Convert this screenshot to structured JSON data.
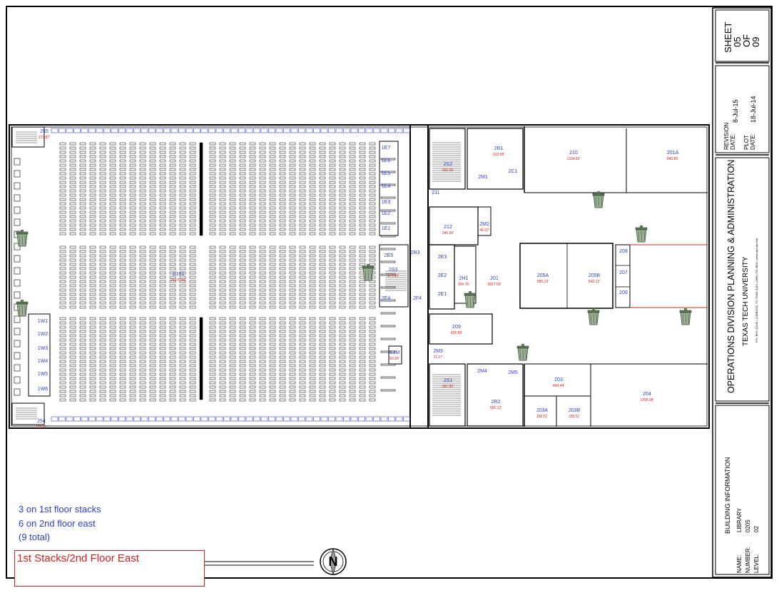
{
  "title_block": {
    "sheet": {
      "label": "SHEET",
      "number": "05",
      "of": "OF",
      "total": "09"
    },
    "revision_label": "REVISION DATE:",
    "revision_date": "8-Jul-15",
    "plot_label": "PLOT DATE:",
    "plot_date": "18-Jul-14",
    "org_name": "OPERATIONS DIVISION PLANNING & ADMINISTRATION",
    "university": "TEXAS TECH UNIVERSITY",
    "address": "P.O. BOX 43143 • LUBBOCK, TX 79409-3143 • (806) 742-3801 • www.opa.ttu.edu",
    "building_info_header": "BUILDING INFORMATION",
    "name_label": "NAME:",
    "name_value": "LIBRARY",
    "number_label": "NUMBER:",
    "number_value": "0205",
    "level_label": "LEVEL:",
    "level_value": "02"
  },
  "notes": [
    "3 on 1st floor stacks",
    "6 on 2nd floor east",
    "(9 total)"
  ],
  "plan_label": "1st Stacks/2nd Floor East",
  "north_arrow": "N",
  "rooms": [
    {
      "id": "S101",
      "area": "21270.55'"
    },
    {
      "id": "255",
      "area": "173.87'"
    },
    {
      "id": "254",
      "area": "173.87'"
    },
    {
      "id": "1E7",
      "area": ""
    },
    {
      "id": "1E6",
      "area": ""
    },
    {
      "id": "1E5",
      "area": ""
    },
    {
      "id": "1E4",
      "area": ""
    },
    {
      "id": "1E3",
      "area": ""
    },
    {
      "id": "1E2",
      "area": ""
    },
    {
      "id": "1E1",
      "area": ""
    },
    {
      "id": "1W1",
      "area": ""
    },
    {
      "id": "1W2",
      "area": ""
    },
    {
      "id": "1W3",
      "area": ""
    },
    {
      "id": "1W4",
      "area": ""
    },
    {
      "id": "1W5",
      "area": ""
    },
    {
      "id": "1W6",
      "area": ""
    },
    {
      "id": "2E5",
      "area": ""
    },
    {
      "id": "2E4",
      "area": ""
    },
    {
      "id": "2R3",
      "area": ""
    },
    {
      "id": "2F4",
      "area": ""
    },
    {
      "id": "2S3",
      "area": "177.91'"
    },
    {
      "id": "S1M",
      "area": "50.34'"
    },
    {
      "id": "2S2",
      "area": "391.05'"
    },
    {
      "id": "2S1",
      "area": "391.50'"
    },
    {
      "id": "2R1",
      "area": "312.58'"
    },
    {
      "id": "2R2",
      "area": "685.13'"
    },
    {
      "id": "2M1",
      "area": ""
    },
    {
      "id": "2C1",
      "area": ""
    },
    {
      "id": "211",
      "area": ""
    },
    {
      "id": "212",
      "area": "340.90'"
    },
    {
      "id": "2M2",
      "area": "46.22'"
    },
    {
      "id": "2E3",
      "area": ""
    },
    {
      "id": "2E2",
      "area": ""
    },
    {
      "id": "2E1",
      "area": ""
    },
    {
      "id": "2H1",
      "area": "304.76'"
    },
    {
      "id": "201",
      "area": "6827.50'"
    },
    {
      "id": "209",
      "area": "426.89'"
    },
    {
      "id": "2M3",
      "area": "71.17'"
    },
    {
      "id": "2M4",
      "area": ""
    },
    {
      "id": "2M5",
      "area": ""
    },
    {
      "id": "210",
      "area": "1334.83'"
    },
    {
      "id": "201A",
      "area": "849.85'"
    },
    {
      "id": "205A",
      "area": "585.13'"
    },
    {
      "id": "205B",
      "area": "542.12'"
    },
    {
      "id": "208",
      "area": ""
    },
    {
      "id": "207",
      "area": ""
    },
    {
      "id": "206",
      "area": ""
    },
    {
      "id": "203",
      "area": "449.44'"
    },
    {
      "id": "203A",
      "area": "158.51'"
    },
    {
      "id": "203B",
      "area": "158.51'"
    },
    {
      "id": "204",
      "area": "1395.08'"
    }
  ],
  "colors": {
    "room_label": "#2b3fd6",
    "area_label": "#e01b1b",
    "line": "#000000",
    "bin": "#5a7a55"
  }
}
